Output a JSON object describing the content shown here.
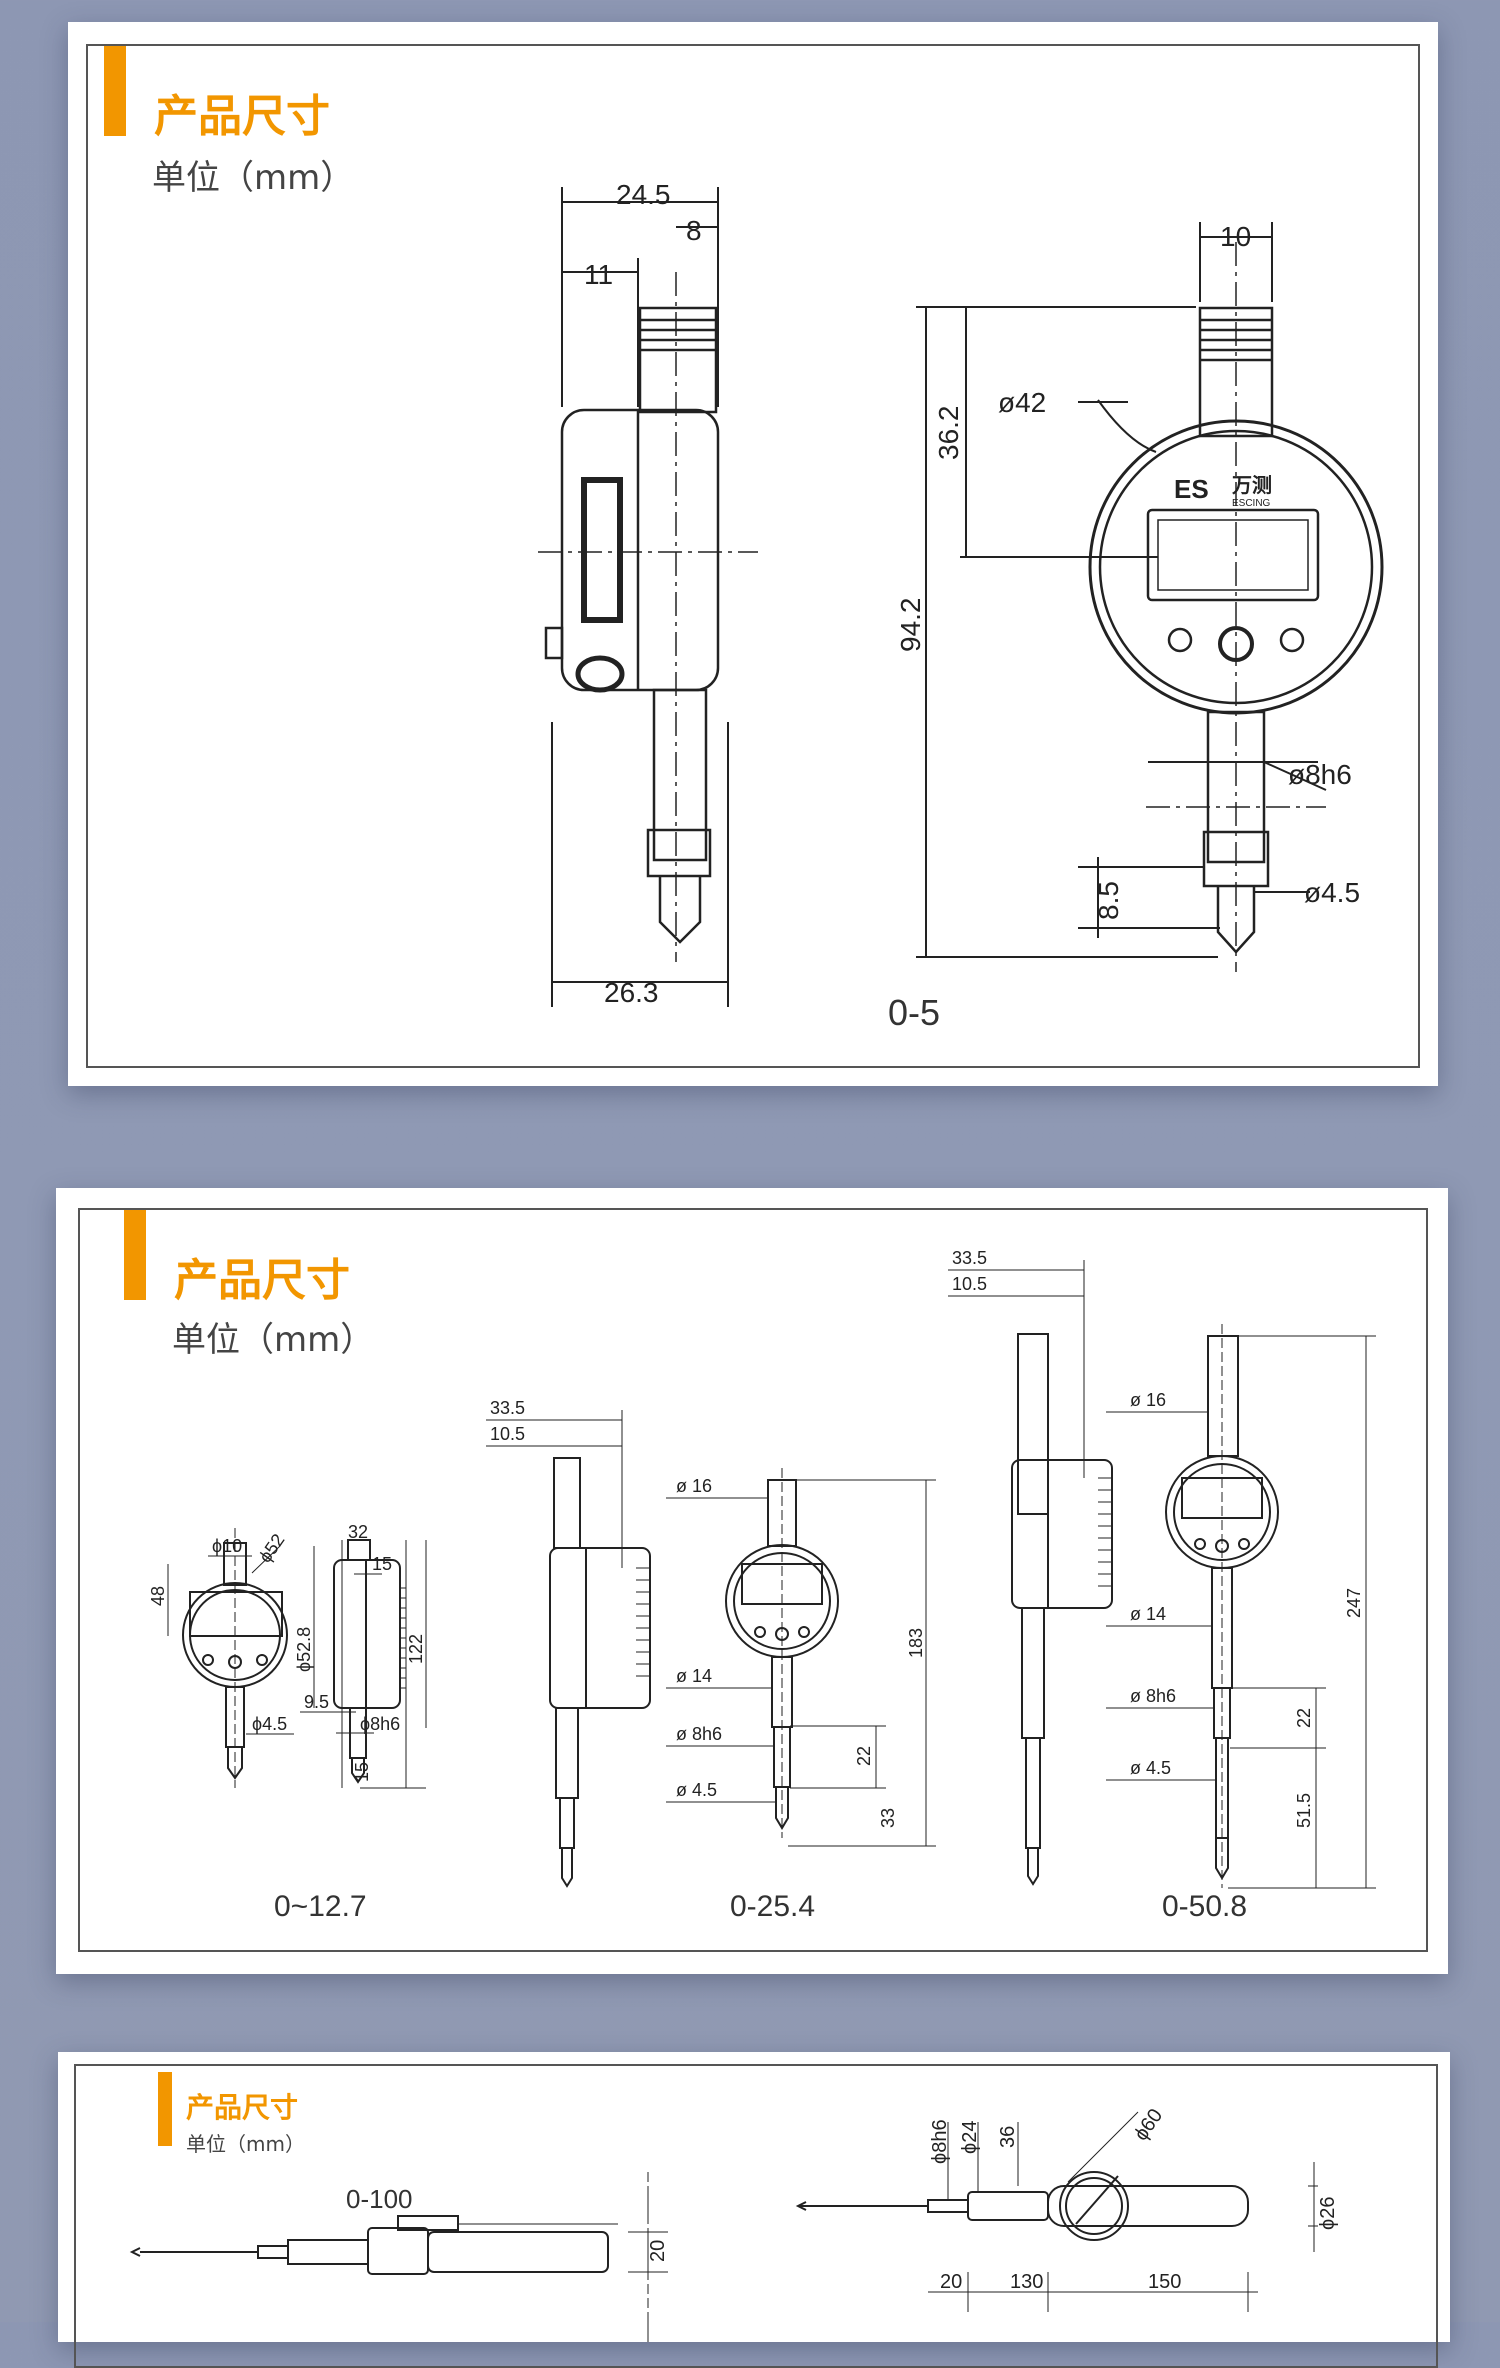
{
  "sections": [
    {
      "title": "产品尺寸",
      "unit": "单位（mm）",
      "range": "0-5",
      "side_dims": {
        "width_top": "24.5",
        "offset_8": "8",
        "offset_11": "11",
        "width_bottom": "26.3"
      },
      "front_dims": {
        "top_width": "10",
        "dial_dia": "ø42",
        "to_center": "36.2",
        "total_height": "94.2",
        "stem": "ø8h6",
        "tip_len": "8.5",
        "tip_dia": "ø4.5"
      },
      "logo": {
        "mark": "ES",
        "cn": "万测",
        "en": "ESCING"
      }
    },
    {
      "title": "产品尺寸",
      "unit": "单位（mm）",
      "ranges": [
        "0~12.7",
        "0-25.4",
        "0-50.8"
      ],
      "small_front_dims": {
        "top": "ϕ10",
        "dia": "ϕ52",
        "height": "48",
        "tip": "ϕ4.5"
      },
      "small_side_dims": {
        "width": "32",
        "offset": "15",
        "bezel": "ϕ52.8",
        "height": "122",
        "offset2": "9.5",
        "stem": "ϕ8h6",
        "tip_len": "15"
      },
      "mid_side_dims": {
        "width": "33.5",
        "offset": "10.5"
      },
      "mid_front_dims": {
        "top": "ø 16",
        "stem14": "ø 14",
        "stem8": "ø 8h6",
        "tip": "ø 4.5",
        "height": "183",
        "len22": "22",
        "len33": "33"
      },
      "tall_side_dims": {
        "width": "33.5",
        "offset": "10.5"
      },
      "tall_front_dims": {
        "top": "ø 16",
        "stem14": "ø 14",
        "stem8": "ø 8h6",
        "tip": "ø 4.5",
        "height": "247",
        "len22": "22",
        "len51": "51.5"
      }
    },
    {
      "title": "产品尺寸",
      "unit": "单位（mm）",
      "range": "0-100",
      "dims": {
        "d20": "20",
        "d8h6": "ϕ8h6",
        "d24": "ϕ24",
        "d36": "36",
        "d60": "ϕ60",
        "d26": "ϕ26",
        "l20": "20",
        "l130": "130",
        "l150": "150"
      }
    }
  ],
  "colors": {
    "accent": "#f29600",
    "background": "#8f99b4",
    "line": "#333333"
  }
}
